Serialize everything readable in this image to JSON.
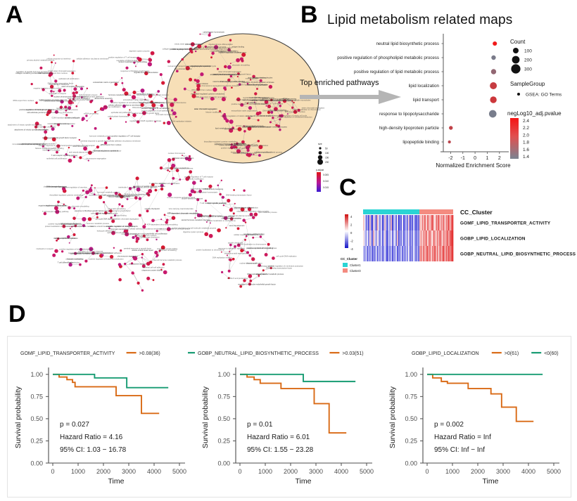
{
  "figure": {
    "panels": [
      "A",
      "B",
      "C",
      "D"
    ]
  },
  "panelA": {
    "letter": "A",
    "annotation": "Top enriched pathways",
    "legend": {
      "size_title": "size",
      "size_values": [
        "50",
        "100",
        "150",
        "200"
      ],
      "color_title": "p.adjust",
      "color_ticks": [
        "0.005",
        "0.010",
        "0.015"
      ]
    },
    "node_labels": [
      "positive regulation of T cell receptor",
      "anti-natural plasma membrane",
      "interleukin-1 receptor",
      "antigen binding",
      "mitochondrial respiratory chain complex",
      "mRNA processing",
      "negative regulation of viral process",
      "RNA export from nucleus",
      "oxidoreduction-coupled proton transport",
      "epithelial cell proliferation",
      "nerve development",
      "regulation of vascular endothelial growth factor",
      "mRNA 3'-end processing",
      "tRNA export from nucleus",
      "vascular endothelial growth factor receptor",
      "positive regulation of cell adhesion",
      "thiosulfate-regulated cysteine metabolism",
      "virus carrying macromolecules",
      "cerebral response to growth factor",
      "cellular response to interferon",
      "response to fibroblast growth factor",
      "DNA-binding transcription factor",
      "chaperone protein folding",
      "positive regulation of membrane production",
      "response to interleukin signalling",
      "epithelial cell-cell adhesion",
      "positive regulation of interleukin production",
      "cellular adhesion via plasma membrane",
      "oligodendrocyte differentiation",
      "carbohydrate homeostasis",
      "regulation of CD28 regulation of kinase",
      "positive regulation of cell cycle phase",
      "G2/M transition of mitotic cell cycle",
      "negative regulation of mitotic cell cycle",
      "spindle checkpoint",
      "chromosome segregation",
      "mitotic spindle assembly",
      "DNA replication initiation",
      "sister chromatid segregation",
      "kinetochore assembly",
      "attachment of mitotic spindle microtubules",
      "protein localization to chromosome",
      "nuclear division",
      "mitotic sister chromatid separation",
      "histone modification",
      "chromatin remodeling",
      "DNA damage checkpoint",
      "cell cycle DNA replication",
      "double-strand break repair",
      "ATP-dependent chromatin remodeling",
      "regulation of DNA binding",
      "nuclear chromosome",
      "T cell receptor signaling pathway",
      "immune response-activating signal",
      "lymphocyte mediated immunity",
      "activation of immune response",
      "T cell selection",
      "leukocyte differentiation",
      "T cell differentiation",
      "negative regulation of secretion",
      "regulation of peptide hormone secretion",
      "monoamine transport",
      "steroid hormone metabolic process",
      "primary alcohol metabolic process",
      "collagen-containing extracellular matrix",
      "cell-substrate junction",
      "extracellular matrix organization",
      "hormone metabolic process",
      "digestive system process",
      "lipid metabolic process",
      "positive regulation of small molecule metabolic process"
    ]
  },
  "panelB": {
    "letter": "B",
    "title": "Lipid metabolism related maps",
    "xlabel": "Normalized Enrichment Score",
    "legend_count_title": "Count",
    "legend_count_values": [
      "100",
      "200",
      "300"
    ],
    "legend_group_title": "SampleGroup",
    "legend_group_value": "GSEA: GO Terms",
    "legend_color_title": "negLog10_adj.pvalue",
    "legend_color_ticks": [
      "2.4",
      "2.2",
      "2.0",
      "1.8",
      "1.6",
      "1.4"
    ],
    "chart_data": {
      "type": "scatter",
      "title": "Lipid metabolism related maps",
      "xlabel": "Normalized Enrichment Score",
      "ylabel": "",
      "xlim": [
        -2.6,
        2.3
      ],
      "xticks": [
        -2,
        -1,
        0,
        1,
        2
      ],
      "grid": false,
      "legend_position": "right",
      "categories": [
        "neutral lipid biosynthetic process",
        "positive regulation of phospholipid metabolic process",
        "positive regulation of lipid metabolic process",
        "lipid localization",
        "lipid transport",
        "response to lipopolysaccharide",
        "high-density lipoprotein particle",
        "lipopeptide binding"
      ],
      "points": [
        {
          "label": "neutral lipid biosynthetic process",
          "nes": 1.62,
          "count": 60,
          "neglog10_adj_p": 2.4
        },
        {
          "label": "positive regulation of phospholipid metabolic process",
          "nes": 1.52,
          "count": 70,
          "neglog10_adj_p": 1.42
        },
        {
          "label": "positive regulation of lipid metabolic process",
          "nes": 1.52,
          "count": 110,
          "neglog10_adj_p": 1.62
        },
        {
          "label": "lipid localization",
          "nes": 1.5,
          "count": 250,
          "neglog10_adj_p": 2.05
        },
        {
          "label": "lipid transport",
          "nes": 1.5,
          "count": 215,
          "neglog10_adj_p": 2.1
        },
        {
          "label": "response to lipopolysaccharide",
          "nes": 1.45,
          "count": 300,
          "neglog10_adj_p": 1.4
        },
        {
          "label": "high-density lipoprotein particle",
          "nes": -1.98,
          "count": 40,
          "neglog10_adj_p": 2.0
        },
        {
          "label": "lipopeptide binding",
          "nes": -2.1,
          "count": 15,
          "neglog10_adj_p": 1.95
        }
      ]
    }
  },
  "panelC": {
    "letter": "C",
    "cluster_title": "CC_Cluster",
    "row_labels": [
      "GOMF_LIPID_TRANSPORTER_ACTIVITY",
      "GOBP_LIPID_LOCALIZATION",
      "GOBP_NEUTRAL_LIPID_BIOSYNTHETIC_PROCESS"
    ],
    "cluster_legend_title": "CC_Cluster",
    "cluster_legend_items": [
      {
        "label": "Cluster1",
        "color": "#2ad4d4"
      },
      {
        "label": "Cluster3",
        "color": "#f48b80"
      }
    ],
    "scale_ticks": [
      "4",
      "2",
      "0",
      "-2",
      "-4"
    ],
    "chart_data": {
      "type": "heatmap",
      "rows": [
        "GOMF_LIPID_TRANSPORTER_ACTIVITY",
        "GOBP_LIPID_LOCALIZATION",
        "GOBP_NEUTRAL_LIPID_BIOSYNTHETIC_PROCESS"
      ],
      "column_groups": [
        {
          "name": "Cluster1",
          "n": 45,
          "color": "#2ad4d4"
        },
        {
          "name": "Cluster3",
          "n": 27,
          "color": "#f48b80"
        }
      ],
      "zlim": [
        -4,
        4
      ],
      "colorscale": [
        "#1414d0",
        "#ffffff",
        "#e01a1a"
      ],
      "values": [
        [
          1.1,
          -0.3,
          -2.6,
          -1.4,
          -3.1,
          1.0,
          -2.3,
          -3.3,
          0.6,
          -1.1,
          -2.9,
          1.4,
          -0.6,
          -2.4,
          0.2,
          -3.2,
          -2.1,
          0.9,
          -1.7,
          -3.0,
          -0.4,
          -2.2,
          1.2,
          -3.4,
          -1.5,
          -0.8,
          -2.7,
          0.3,
          -3.5,
          -1.9,
          -2.8,
          0.1,
          -3.1,
          -2.0,
          -1.2,
          -2.5,
          0.7,
          -3.3,
          -1.6,
          -2.9,
          -0.5,
          -2.3,
          -3.0,
          -1.8,
          -2.6,
          1.4,
          0.6,
          2.3,
          1.1,
          3.0,
          0.4,
          2.6,
          1.8,
          0.9,
          2.1,
          3.2,
          1.3,
          0.2,
          2.4,
          1.7,
          3.1,
          0.8,
          2.0,
          1.5,
          2.8,
          0.5,
          2.2,
          1.9,
          3.3,
          1.0,
          2.5,
          3.4
        ],
        [
          0.5,
          -0.9,
          -1.8,
          -0.2,
          -2.4,
          0.8,
          -1.5,
          -2.8,
          1.3,
          -0.6,
          -2.1,
          0.4,
          -1.2,
          -2.6,
          -0.1,
          -2.9,
          -1.4,
          0.6,
          -2.2,
          -3.1,
          -0.7,
          -1.9,
          0.2,
          -2.7,
          -1.1,
          -0.3,
          -2.5,
          1.0,
          -3.0,
          -1.6,
          -2.3,
          -0.5,
          -2.8,
          -1.7,
          -0.9,
          -2.0,
          0.3,
          -2.9,
          -1.3,
          -2.4,
          -0.2,
          -1.8,
          -2.6,
          -1.5,
          -2.2,
          1.0,
          1.8,
          0.7,
          2.2,
          1.4,
          2.9,
          0.6,
          1.9,
          2.5,
          1.2,
          0.4,
          2.7,
          1.6,
          0.9,
          2.3,
          1.1,
          3.0,
          1.7,
          0.8,
          2.4,
          1.3,
          2.0,
          2.8,
          1.5,
          2.6,
          3.2,
          3.6
        ],
        [
          -1.2,
          -2.0,
          -0.6,
          -2.7,
          -1.4,
          -2.2,
          -0.9,
          -3.0,
          -1.7,
          -2.4,
          -0.3,
          -2.8,
          -1.1,
          -2.1,
          -0.7,
          -2.6,
          -1.9,
          -0.4,
          -2.3,
          -3.2,
          -1.0,
          -2.5,
          -0.8,
          -3.1,
          -1.5,
          -2.0,
          -0.5,
          -2.9,
          -1.8,
          -2.2,
          -0.6,
          -2.7,
          -1.3,
          -2.4,
          -0.9,
          -2.1,
          0.1,
          -2.8,
          -1.6,
          -2.3,
          -0.2,
          -1.7,
          -2.5,
          -1.2,
          -2.6,
          1.6,
          2.4,
          0.9,
          2.8,
          1.2,
          2.1,
          3.0,
          1.5,
          2.6,
          0.7,
          2.3,
          1.8,
          3.2,
          1.1,
          2.5,
          0.6,
          2.9,
          1.4,
          2.2,
          3.4,
          1.0,
          2.7,
          1.9,
          3.1,
          2.0,
          2.8,
          3.5
        ]
      ]
    }
  },
  "panelD": {
    "letter": "D",
    "plots": [
      {
        "legend_title": "GOMF_LIPID_TRANSPORTER_ACTIVITY",
        "legend_items": [
          {
            "label": ">0.08(36)",
            "color": "#d96a15"
          }
        ],
        "stats": {
          "p": "p = 0.027",
          "hr": "Hazard Ratio = 4.16",
          "ci": "95% CI: 1.03 − 16.78"
        },
        "xlabel": "Time",
        "ylabel": "Survival probability",
        "xticks": [
          "0",
          "1000",
          "2000",
          "3000",
          "4000",
          "5000"
        ],
        "yticks": [
          "0.00",
          "0.25",
          "0.50",
          "0.75",
          "1.00"
        ],
        "chart_data": {
          "type": "line",
          "xlim": [
            0,
            5000
          ],
          "ylim": [
            0,
            1.03
          ],
          "series": [
            {
              "name": "high",
              "color": "#d96a15",
              "x": [
                0,
                180,
                250,
                400,
                560,
                700,
                780,
                880,
                2450,
                2500,
                3400,
                3500,
                4200
              ],
              "y": [
                1.0,
                1.0,
                0.97,
                0.97,
                0.94,
                0.94,
                0.91,
                0.86,
                0.86,
                0.76,
                0.76,
                0.56,
                0.56
              ]
            },
            {
              "name": "low",
              "color": "#169b72",
              "x": [
                0,
                200,
                1600,
                1650,
                2880,
                2920,
                4560
              ],
              "y": [
                1.0,
                1.0,
                1.0,
                0.96,
                0.96,
                0.85,
                0.85
              ]
            }
          ]
        }
      },
      {
        "legend_title": "GOBP_NEUTRAL_LIPID_BIOSYNTHETIC_PROCESS",
        "legend_items": [
          {
            "label": ">0.03(51)",
            "color": "#d96a15"
          }
        ],
        "stats": {
          "p": "p = 0.01",
          "hr": "Hazard Ratio = 6.01",
          "ci": "95% CI: 1.55 − 23.28"
        },
        "xlabel": "Time",
        "ylabel": "Survival probability",
        "xticks": [
          "0",
          "1000",
          "2000",
          "3000",
          "4000",
          "5000"
        ],
        "yticks": [
          "0.00",
          "0.25",
          "0.50",
          "0.75",
          "1.00"
        ],
        "chart_data": {
          "type": "line",
          "xlim": [
            0,
            5000
          ],
          "ylim": [
            0,
            1.03
          ],
          "series": [
            {
              "name": "high",
              "color": "#d96a15",
              "x": [
                0,
                200,
                280,
                420,
                560,
                700,
                800,
                1560,
                1620,
                2880,
                2930,
                3450,
                3520,
                4200
              ],
              "y": [
                1.0,
                1.0,
                0.97,
                0.97,
                0.94,
                0.94,
                0.9,
                0.9,
                0.84,
                0.84,
                0.67,
                0.67,
                0.34,
                0.34
              ]
            },
            {
              "name": "low",
              "color": "#169b72",
              "x": [
                0,
                200,
                2440,
                2500,
                4560
              ],
              "y": [
                1.0,
                1.0,
                1.0,
                0.92,
                0.92
              ]
            }
          ]
        }
      },
      {
        "legend_title": "GOBP_LIPID_LOCALIZATION",
        "legend_items": [
          {
            "label": ">0(61)",
            "color": "#d96a15"
          },
          {
            "label": "<0(60)",
            "color": "#169b72"
          }
        ],
        "stats": {
          "p": "p = 0.002",
          "hr": "Hazard Ratio = Inf",
          "ci": "95% CI: Inf − Inf"
        },
        "xlabel": "Time",
        "ylabel": "Survival probability",
        "xticks": [
          "0",
          "1000",
          "2000",
          "3000",
          "4000",
          "5000"
        ],
        "yticks": [
          "0.00",
          "0.25",
          "0.50",
          "0.75",
          "1.00"
        ],
        "chart_data": {
          "type": "line",
          "xlim": [
            0,
            5000
          ],
          "ylim": [
            0,
            1.03
          ],
          "series": [
            {
              "name": "high",
              "color": "#d96a15",
              "x": [
                0,
                150,
                220,
                380,
                560,
                700,
                800,
                1550,
                1620,
                2450,
                2520,
                2880,
                2940,
                3450,
                3520,
                4200
              ],
              "y": [
                1.0,
                1.0,
                0.96,
                0.96,
                0.92,
                0.92,
                0.9,
                0.9,
                0.84,
                0.84,
                0.78,
                0.78,
                0.63,
                0.63,
                0.47,
                0.47
              ]
            },
            {
              "name": "low",
              "color": "#169b72",
              "x": [
                0,
                4560
              ],
              "y": [
                1.0,
                1.0
              ]
            }
          ]
        }
      }
    ]
  }
}
